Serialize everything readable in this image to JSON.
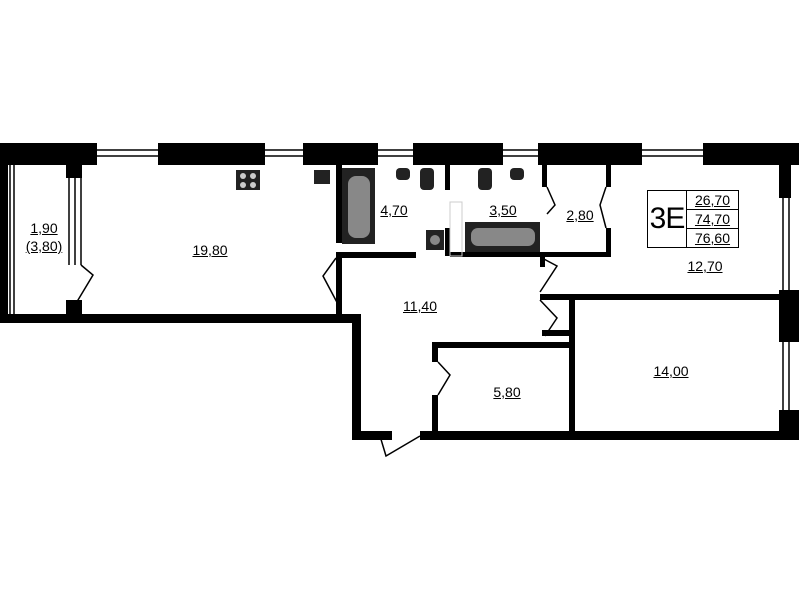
{
  "plan": {
    "apartment_code": "3E",
    "areas_summary": [
      "26,70",
      "74,70",
      "76,60"
    ],
    "rooms": [
      {
        "id": "loggia",
        "area": "1,90",
        "area_secondary": "(3,80)"
      },
      {
        "id": "living",
        "area": "19,80"
      },
      {
        "id": "bathroom",
        "area": "4,70"
      },
      {
        "id": "wc",
        "area": "3,50"
      },
      {
        "id": "storage",
        "area": "2,80"
      },
      {
        "id": "bedroom-1",
        "area": "12,70"
      },
      {
        "id": "hall",
        "area": "11,40"
      },
      {
        "id": "closet",
        "area": "5,80"
      },
      {
        "id": "bedroom-2",
        "area": "14,00"
      }
    ],
    "colors": {
      "wall": "#000000",
      "fixture": "#777777",
      "background": "#ffffff"
    }
  }
}
